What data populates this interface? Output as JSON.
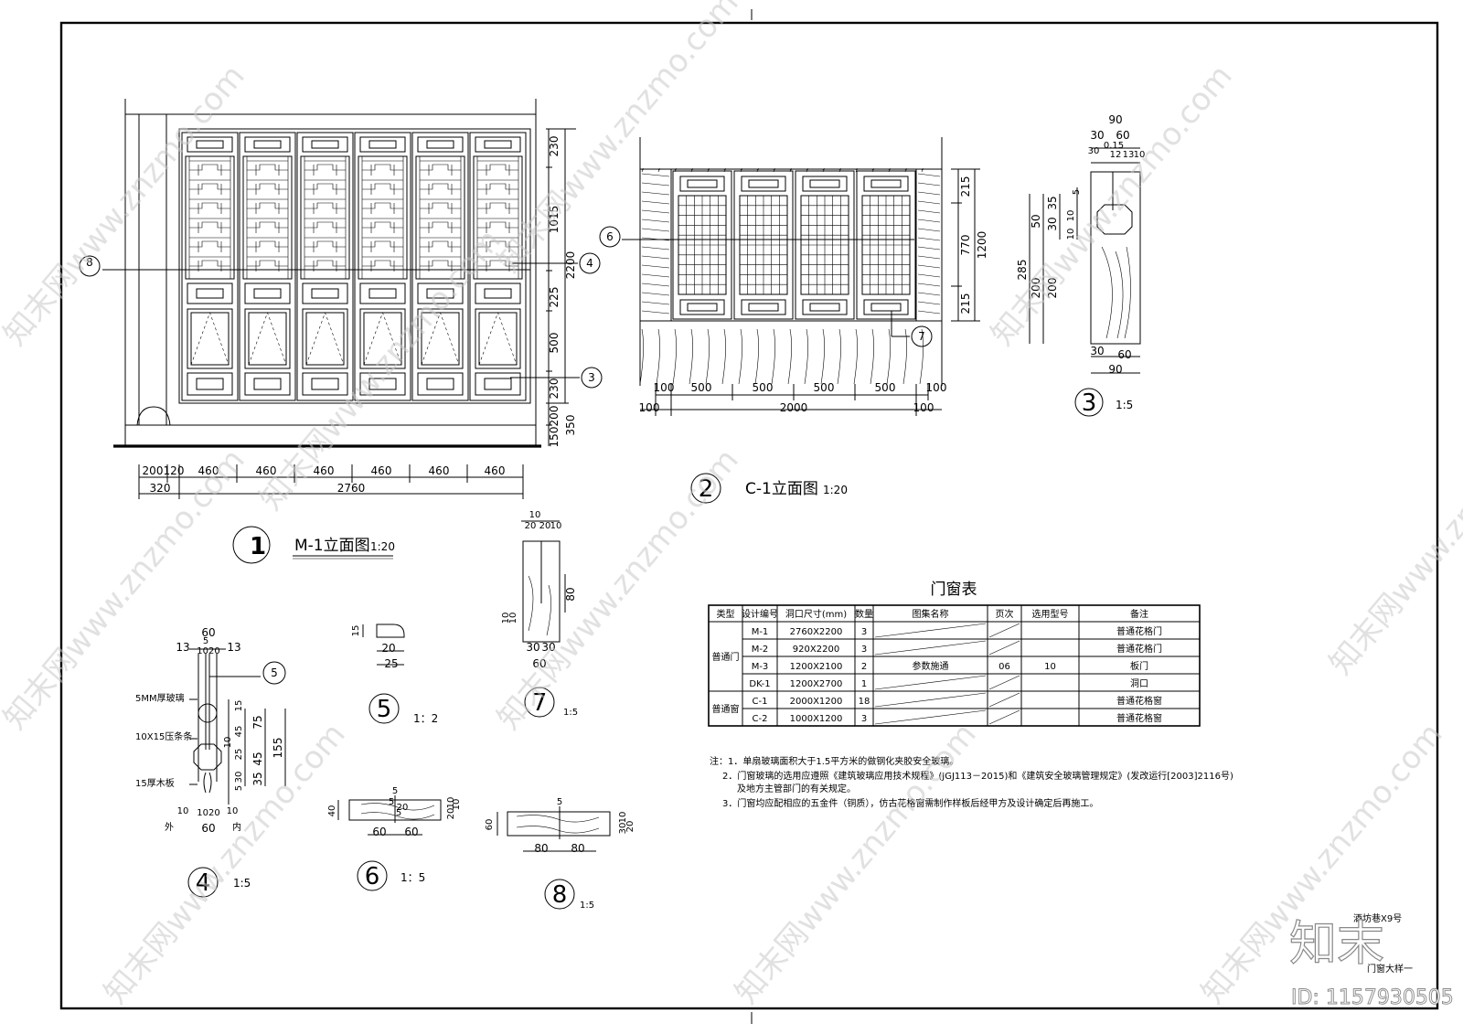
{
  "m1": {
    "title": "M-1立面图",
    "scale": "1:20",
    "callout": "1",
    "widths_bottom": [
      "200",
      "120",
      "460",
      "460",
      "460",
      "460",
      "460",
      "460"
    ],
    "widths_total": [
      "320",
      "2760"
    ],
    "heights": [
      "230",
      "1015",
      "225",
      "500",
      "230",
      "200",
      "150"
    ],
    "height_total": "2200",
    "height_base": "350",
    "section_marks": [
      "8",
      "4",
      "3"
    ]
  },
  "c1": {
    "title": "C-1立面图",
    "scale": "1:20",
    "callout": "2",
    "widths_bottom": [
      "100",
      "500",
      "500",
      "500",
      "500",
      "100"
    ],
    "widths_total": [
      "100",
      "2000",
      "100"
    ],
    "heights": [
      "215",
      "770",
      "215"
    ],
    "height_total": "1200",
    "section_marks": [
      "6",
      "7"
    ]
  },
  "d3": {
    "callout": "3",
    "scale": "1:5",
    "dims_top": [
      "90",
      "30",
      "60",
      "30",
      "0.15",
      "12",
      "13",
      "10"
    ],
    "dims_left": [
      "285",
      "50",
      "35",
      "30",
      "10",
      "10",
      "5",
      "200",
      "200"
    ],
    "dims_bottom": [
      "30",
      "60",
      "90"
    ]
  },
  "d4": {
    "callout": "4",
    "scale": "1:5",
    "dims_top": [
      "60",
      "13",
      "5",
      "1020",
      "13"
    ],
    "dims_right": [
      "15",
      "45",
      "75",
      "155",
      "45",
      "25",
      "10",
      "30",
      "35",
      "5"
    ],
    "dims_bottom": [
      "10",
      "1020",
      "10",
      "60"
    ],
    "labels": [
      "5MM厚玻璃",
      "10X15压条条",
      "15厚木板"
    ],
    "side_out": "外",
    "side_in": "内",
    "ref": "5"
  },
  "d5": {
    "callout": "5",
    "scale": "1：2",
    "dims": [
      "15",
      "20",
      "25"
    ]
  },
  "d6": {
    "callout": "6",
    "scale": "1：5",
    "dims": [
      "40",
      "5",
      "60",
      "60",
      "10",
      "20",
      "10",
      "5",
      "20",
      "5"
    ]
  },
  "d7": {
    "callout": "7",
    "scale": "1:5",
    "dims": [
      "10",
      "20",
      "20",
      "10",
      "80",
      "10",
      "10",
      "30",
      "30",
      "60"
    ]
  },
  "d8": {
    "callout": "8",
    "scale": "1:5",
    "dims": [
      "60",
      "5",
      "80",
      "80",
      "10",
      "30",
      "20"
    ]
  },
  "table": {
    "title": "门窗表",
    "headers": [
      "类型",
      "设计编号",
      "洞口尺寸(mm)",
      "数量",
      "图集名称",
      "页次",
      "选用型号",
      "备注"
    ],
    "groups": [
      {
        "type": "普通门",
        "rows": [
          [
            "M-1",
            "2760X2200",
            "3",
            "",
            "",
            "",
            "普通花格门"
          ],
          [
            "M-2",
            "920X2200",
            "3",
            "",
            "",
            "",
            "普通花格门"
          ],
          [
            "M-3",
            "1200X2100",
            "2",
            "参数施通",
            "06",
            "10",
            "板门"
          ],
          [
            "DK-1",
            "1200X2700",
            "1",
            "",
            "",
            "",
            "洞口"
          ]
        ]
      },
      {
        "type": "普通窗",
        "rows": [
          [
            "C-1",
            "2000X1200",
            "18",
            "",
            "",
            "",
            "普通花格窗"
          ],
          [
            "C-2",
            "1000X1200",
            "3",
            "",
            "",
            "",
            "普通花格窗"
          ]
        ]
      }
    ]
  },
  "notes": [
    "注：1．单扇玻璃面积大于1.5平方米的做钢化夹胶安全玻璃。",
    "2．门窗玻璃的选用应遵照《建筑玻璃应用技术规程》(JGJ113－2015)和《建筑安全玻璃管理规定》(发改运行[2003]2116号)",
    "及地方主管部门的有关规定。",
    "3．门窗均应配相应的五金件（铜质），仿古花格窗需制作样板后经甲方及设计确定后再施工。"
  ],
  "titleblock": {
    "project": "酒坊巷X9号",
    "drawing": "门窗大样一"
  },
  "watermark": {
    "logo": "知末",
    "id": "ID: 1157930505",
    "site": "知末网www.znzmo.com"
  }
}
